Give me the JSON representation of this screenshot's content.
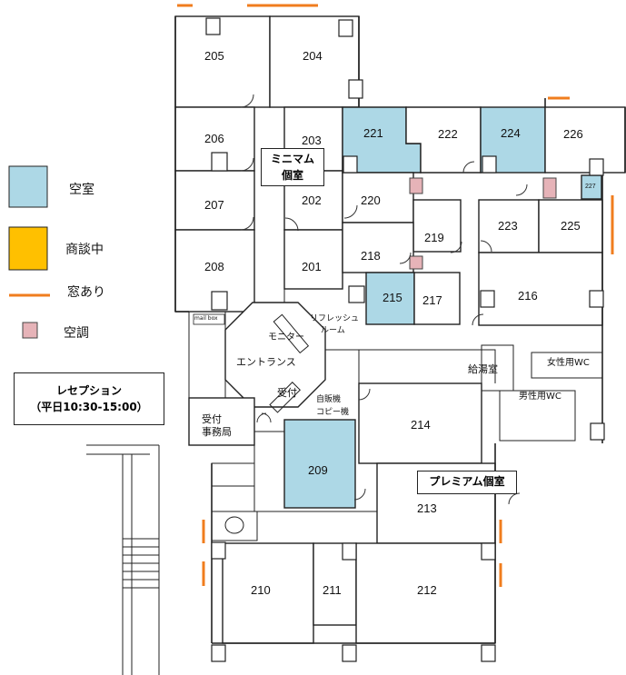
{
  "legend": {
    "vacant": {
      "label": "空室",
      "color": "#add8e6"
    },
    "negotiating": {
      "label": "商談中",
      "color": "#ffc000"
    },
    "window": {
      "label": "窓あり",
      "color": "#f07d1e"
    },
    "aircon": {
      "label": "空調",
      "color": "#e6b3b8"
    }
  },
  "reception": {
    "title": "レセプション",
    "hours": "（平日10:30-15:00）"
  },
  "labels": {
    "minimum": "ミニマム\n個室",
    "minimum_1": "ミニマム",
    "minimum_2": "個室",
    "premium": "プレミアム個室",
    "entrance": "エントランス",
    "monitor": "モニター",
    "refresh_1": "リフレッシュ",
    "refresh_2": "ルーム",
    "uketsuke": "受付",
    "jihanki": "自販機",
    "copy": "コピー機",
    "office_1": "受付",
    "office_2": "事務局",
    "mailbox": "mail box",
    "kyuto": "給湯室",
    "wc_female": "女性用WC",
    "wc_male": "男性用WC"
  },
  "rooms": {
    "r205": "205",
    "r204": "204",
    "r206": "206",
    "r203": "203",
    "r221": "221",
    "r222": "222",
    "r224": "224",
    "r226": "226",
    "r207": "207",
    "r202": "202",
    "r220": "220",
    "r227": "227",
    "r219": "219",
    "r223": "223",
    "r225": "225",
    "r208": "208",
    "r201": "201",
    "r218": "218",
    "r215": "215",
    "r217": "217",
    "r216": "216",
    "r214": "214",
    "r209": "209",
    "r213": "213",
    "r210": "210",
    "r211": "211",
    "r212": "212"
  },
  "vacant_rooms": [
    "221",
    "224",
    "215",
    "209",
    "227"
  ]
}
